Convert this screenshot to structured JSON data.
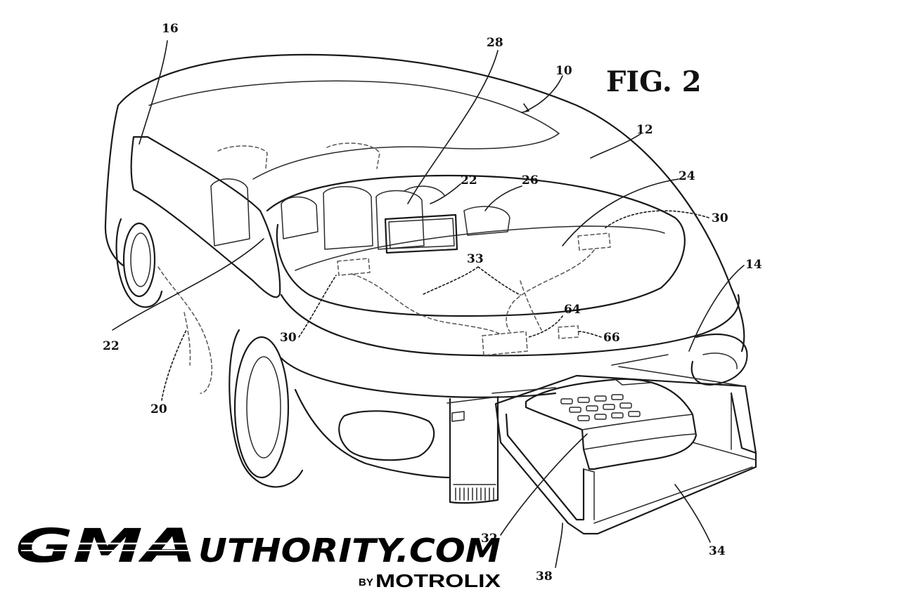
{
  "figure": {
    "title": "FIG. 2"
  },
  "reference_numerals": {
    "n10": "10",
    "n12": "12",
    "n14": "14",
    "n16": "16",
    "n20": "20",
    "n22_top": "22",
    "n22_left": "22",
    "n24": "24",
    "n26": "26",
    "n28": "28",
    "n30_right": "30",
    "n30_left": "30",
    "n32": "32",
    "n33": "33",
    "n34": "34",
    "n38": "38",
    "n64": "64",
    "n66": "66"
  },
  "watermark": {
    "brand_gm": "GMA",
    "brand_rest": "UTHORITY.COM",
    "by": "BY",
    "parent": "MOTROLIX"
  },
  "colors": {
    "ink": "#1a1a1a",
    "background": "#ffffff"
  }
}
